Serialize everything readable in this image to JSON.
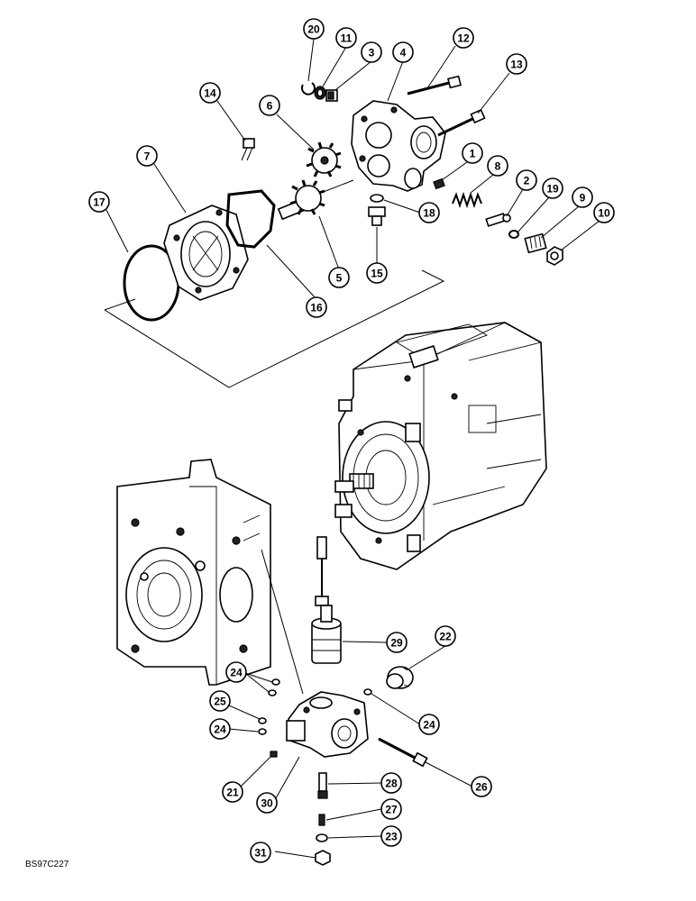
{
  "diagram": {
    "reference_code": "BS97C227",
    "callouts": [
      {
        "number": "20",
        "part": "p20"
      },
      {
        "number": "11",
        "part": "p11"
      },
      {
        "number": "3",
        "part": "p3"
      },
      {
        "number": "4",
        "part": "p4"
      },
      {
        "number": "12",
        "part": "p12"
      },
      {
        "number": "13",
        "part": "p13"
      },
      {
        "number": "14",
        "part": "p14"
      },
      {
        "number": "6",
        "part": "p6"
      },
      {
        "number": "7",
        "part": "p7"
      },
      {
        "number": "1",
        "part": "p1"
      },
      {
        "number": "8",
        "part": "p8"
      },
      {
        "number": "2",
        "part": "p2"
      },
      {
        "number": "19",
        "part": "p19"
      },
      {
        "number": "9",
        "part": "p9"
      },
      {
        "number": "10",
        "part": "p10"
      },
      {
        "number": "17",
        "part": "p17"
      },
      {
        "number": "18",
        "part": "p18"
      },
      {
        "number": "5",
        "part": "p5"
      },
      {
        "number": "15",
        "part": "p15"
      },
      {
        "number": "16",
        "part": "p16"
      },
      {
        "number": "29",
        "part": "p29"
      },
      {
        "number": "22",
        "part": "p22"
      },
      {
        "number": "24",
        "part": "p24a"
      },
      {
        "number": "25",
        "part": "p25"
      },
      {
        "number": "24",
        "part": "p24b"
      },
      {
        "number": "24",
        "part": "p24c"
      },
      {
        "number": "26",
        "part": "p26"
      },
      {
        "number": "21",
        "part": "p21"
      },
      {
        "number": "28",
        "part": "p28"
      },
      {
        "number": "30",
        "part": "p30"
      },
      {
        "number": "27",
        "part": "p27"
      },
      {
        "number": "23",
        "part": "p23"
      },
      {
        "number": "31",
        "part": "p31"
      }
    ]
  }
}
